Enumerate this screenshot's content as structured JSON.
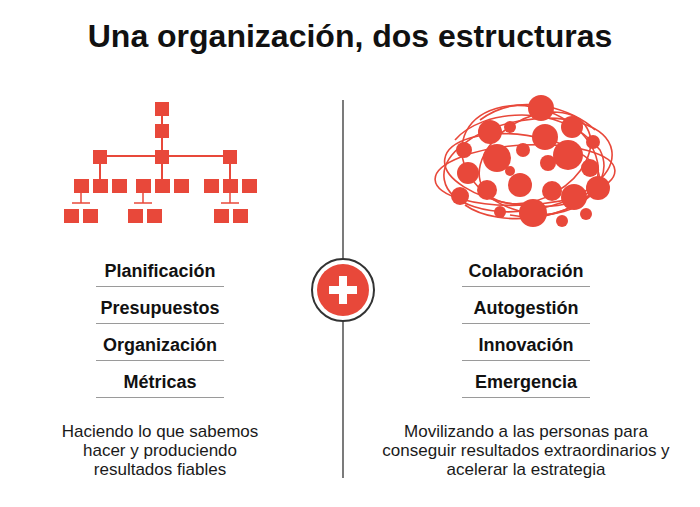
{
  "diagram": {
    "title": "Una organización, dos estructuras",
    "labels": [
      "Planificación",
      "Presupuestos",
      "Organización",
      "Métricas",
      "Haciendo lo que sabemos hacer y produciendo resultados fiables",
      "Colaboración",
      "Autogestión",
      "Innovación",
      "Emergencia",
      "Movilizando a las personas para conseguir resultados extraordinarios y acelerar la estrategia"
    ]
  }
}
